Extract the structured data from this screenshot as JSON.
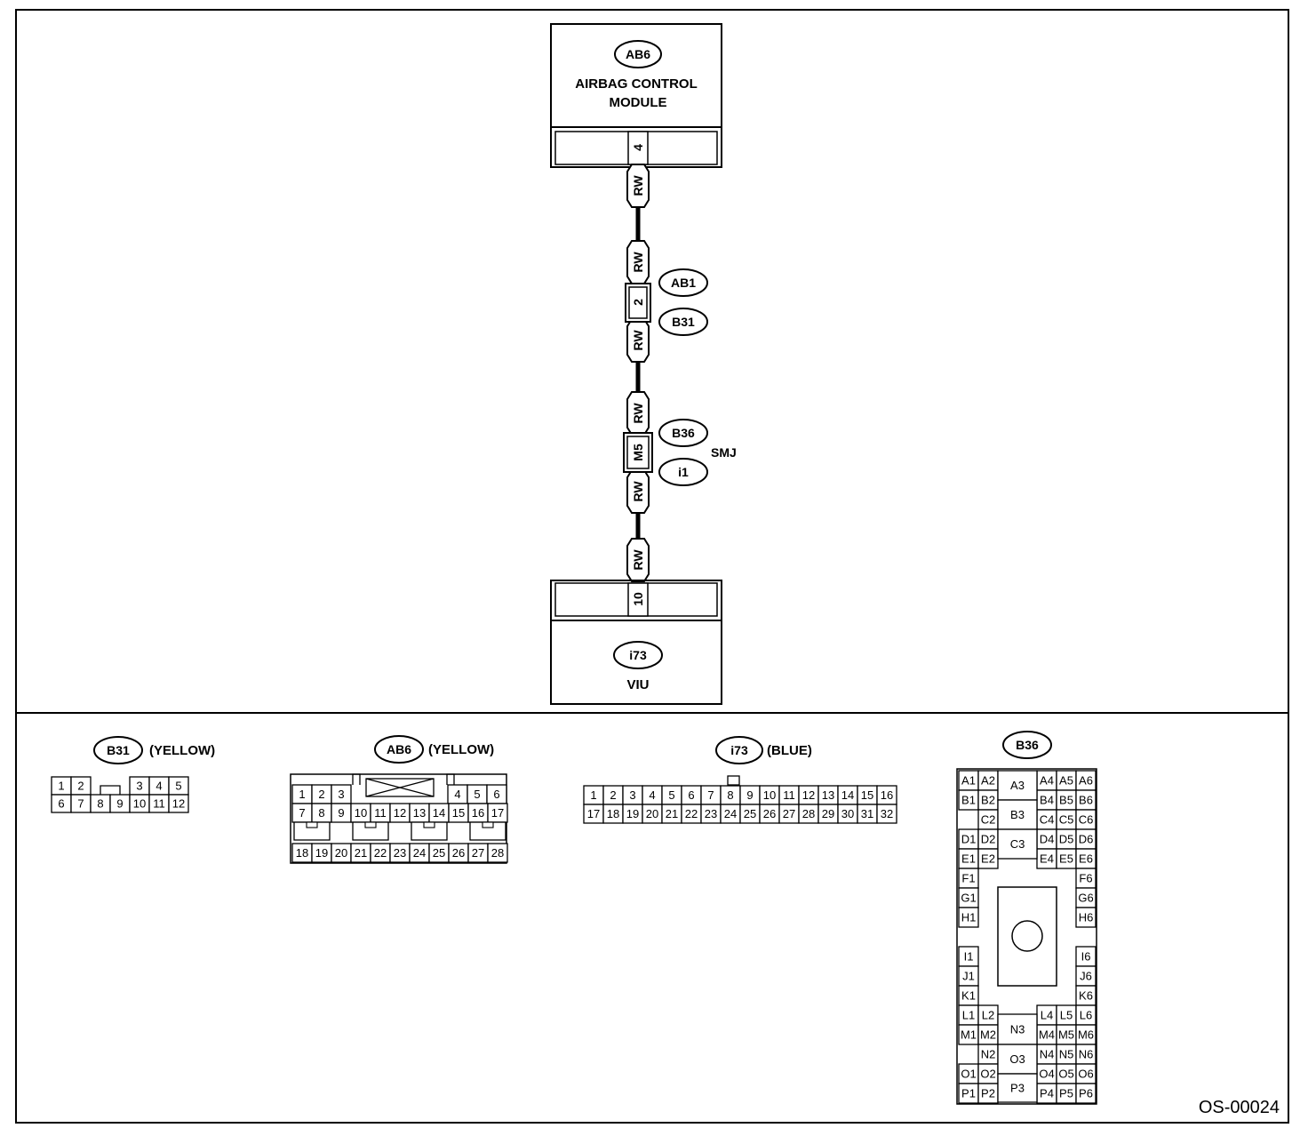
{
  "top": {
    "module_ab6": {
      "tag": "AB6",
      "line1": "AIRBAG CONTROL",
      "line2": "MODULE",
      "pin": "4"
    },
    "module_viu": {
      "tag": "i73",
      "label": "VIU",
      "pin": "10"
    },
    "wire_color": "RW",
    "junction1": {
      "pin": "2",
      "tag_a": "AB1",
      "tag_b": "B31"
    },
    "junction2": {
      "pin": "M5",
      "tag_a": "B36",
      "tag_b": "i1",
      "note": "SMJ"
    }
  },
  "connectors": {
    "b31": {
      "tag": "B31",
      "color": "(YELLOW)",
      "row1": [
        "1",
        "2",
        "",
        "3",
        "4",
        "5"
      ],
      "row2": [
        "6",
        "7",
        "8",
        "9",
        "10",
        "11",
        "12"
      ]
    },
    "ab6": {
      "tag": "AB6",
      "color": "(YELLOW)",
      "row1_left": [
        "1",
        "2",
        "3"
      ],
      "row1_right": [
        "4",
        "5",
        "6"
      ],
      "row2": [
        "7",
        "8",
        "9",
        "10",
        "11",
        "12",
        "13",
        "14",
        "15",
        "16",
        "17"
      ],
      "row3": [
        "18",
        "19",
        "20",
        "21",
        "22",
        "23",
        "24",
        "25",
        "26",
        "27",
        "28"
      ]
    },
    "i73": {
      "tag": "i73",
      "color": "(BLUE)",
      "row1": [
        "1",
        "2",
        "3",
        "4",
        "5",
        "6",
        "7",
        "8",
        "9",
        "10",
        "11",
        "12",
        "13",
        "14",
        "15",
        "16"
      ],
      "row2": [
        "17",
        "18",
        "19",
        "20",
        "21",
        "22",
        "23",
        "24",
        "25",
        "26",
        "27",
        "28",
        "29",
        "30",
        "31",
        "32"
      ]
    },
    "b36": {
      "tag": "B36",
      "left": [
        [
          "A1",
          "A2"
        ],
        [
          "B1",
          "B2"
        ],
        [
          "",
          "C2"
        ],
        [
          "D1",
          "D2"
        ],
        [
          "E1",
          "E2"
        ],
        [
          "F1",
          ""
        ],
        [
          "G1",
          ""
        ],
        [
          "H1",
          ""
        ],
        [
          "",
          ""
        ],
        [
          "I1",
          ""
        ],
        [
          "J1",
          ""
        ],
        [
          "K1",
          ""
        ],
        [
          "L1",
          "L2"
        ],
        [
          "M1",
          "M2"
        ],
        [
          "",
          "N2"
        ],
        [
          "O1",
          "O2"
        ],
        [
          "P1",
          "P2"
        ]
      ],
      "right": [
        [
          "A4",
          "A5",
          "A6"
        ],
        [
          "B4",
          "B5",
          "B6"
        ],
        [
          "C4",
          "C5",
          "C6"
        ],
        [
          "D4",
          "D5",
          "D6"
        ],
        [
          "E4",
          "E5",
          "E6"
        ],
        [
          "",
          "",
          "F6"
        ],
        [
          "",
          "",
          "G6"
        ],
        [
          "",
          "",
          "H6"
        ],
        [
          "",
          "",
          ""
        ],
        [
          "",
          "",
          "I6"
        ],
        [
          "",
          "",
          "J6"
        ],
        [
          "",
          "",
          "K6"
        ],
        [
          "L4",
          "L5",
          "L6"
        ],
        [
          "M4",
          "M5",
          "M6"
        ],
        [
          "N4",
          "N5",
          "N6"
        ],
        [
          "O4",
          "O5",
          "O6"
        ],
        [
          "P4",
          "P5",
          "P6"
        ]
      ],
      "center": [
        "A3",
        "B3",
        "C3",
        "N3",
        "O3",
        "P3"
      ]
    }
  },
  "figure_id": "OS-00024"
}
